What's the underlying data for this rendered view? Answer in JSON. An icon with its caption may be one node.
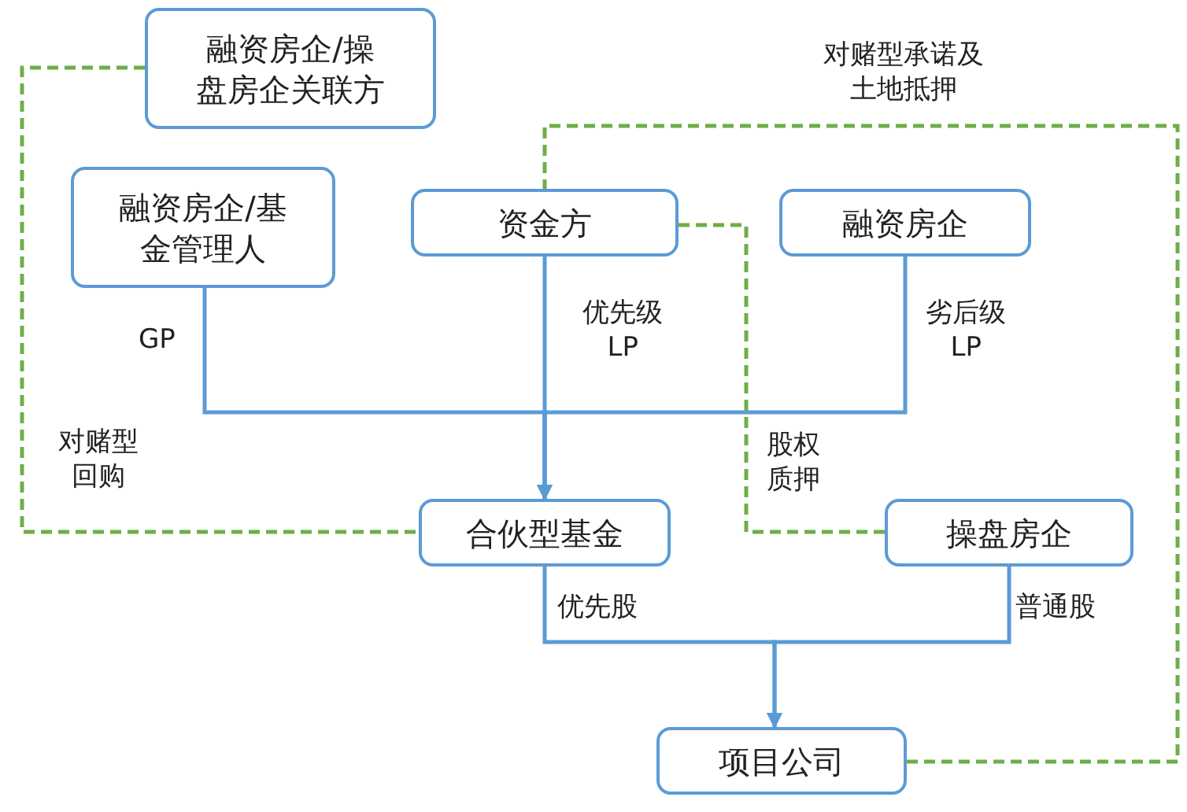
{
  "diagram": {
    "nodes": [
      {
        "text": [
          "融资房企/操盘房企关联方"
        ]
      },
      {
        "text": [
          "融资房企/基金管理人"
        ]
      },
      {
        "text": [
          "资金方"
        ]
      },
      {
        "text": [
          "融资房企"
        ]
      },
      {
        "text": [
          "合伙型基金"
        ]
      },
      {
        "text": [
          "操盘房企"
        ]
      },
      {
        "text": [
          "项目公司"
        ]
      }
    ],
    "edges": [
      {
        "from": 1,
        "to": 4,
        "arrow": "to",
        "label": "GP"
      },
      {
        "from": 2,
        "to": 4,
        "arrow": "to",
        "label": "优先级 LP"
      },
      {
        "from": 3,
        "to": 4,
        "arrow": "to",
        "label": "劣后级 LP"
      },
      {
        "from": 4,
        "to": 6,
        "arrow": "to",
        "label": "优先股"
      },
      {
        "from": 5,
        "to": 6,
        "arrow": "to",
        "label": "普通股"
      },
      {
        "from": 0,
        "to": 4,
        "arrow": "none",
        "label": "对赌型回购",
        "style": "dashed",
        "color": "#70ad47"
      },
      {
        "from": 2,
        "to": 5,
        "arrow": "none",
        "label": "股权质押",
        "style": "dashed",
        "color": "#70ad47"
      },
      {
        "from": 6,
        "to": 2,
        "arrow": "none",
        "label": "对赌型承诺及土地抵押",
        "style": "dashed",
        "color": "#70ad47"
      }
    ]
  }
}
